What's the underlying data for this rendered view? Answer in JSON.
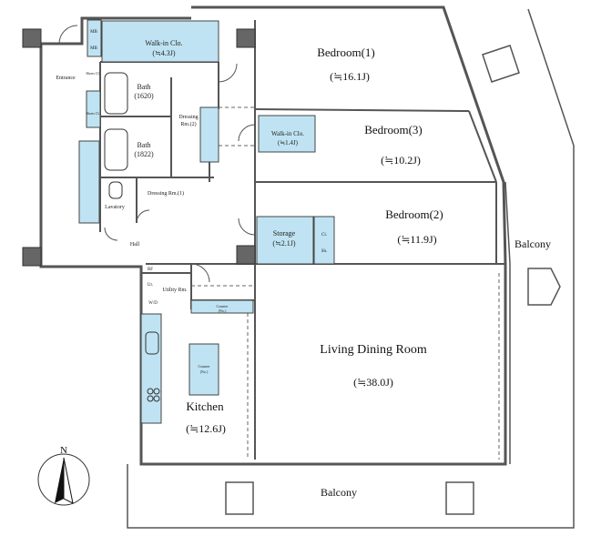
{
  "rooms": {
    "bedroom1": {
      "name": "Bedroom(1)",
      "area": "(≒16.1J)"
    },
    "bedroom3": {
      "name": "Bedroom(3)",
      "area": "(≒10.2J)"
    },
    "bedroom2": {
      "name": "Bedroom(2)",
      "area": "(≒11.9J)"
    },
    "ldr": {
      "name": "Living Dining Room",
      "area": "(≒38.0J)"
    },
    "kitchen": {
      "name": "Kitchen",
      "area": "(≒12.6J)"
    },
    "walkin1": {
      "name": "Walk-in Clo.",
      "area": "(≒4.3J)"
    },
    "walkin2": {
      "name": "Walk-in Clo.",
      "area": "(≒1.4J)"
    },
    "storage": {
      "name": "Storage",
      "area": "(≒2.1J)"
    },
    "bath1": {
      "name": "Bath",
      "area": "(1620)"
    },
    "bath2": {
      "name": "Bath",
      "area": "(1822)"
    },
    "dressing2": {
      "name": "Dressing",
      "area": "Rm.(2)"
    },
    "dressing1": {
      "name": "Dressing Rm.(1)"
    },
    "lavatory": {
      "name": "Lavatory"
    },
    "hall": {
      "name": "Hall"
    },
    "entrance": {
      "name": "Entrance"
    },
    "utility": {
      "name": "Utility Rm."
    },
    "counter1": {
      "name": "Counter",
      "area": "(No.)"
    },
    "counter2": {
      "name": "Counter",
      "area": "(No.)"
    }
  },
  "small_labels": {
    "mb1": "MB",
    "mb2": "MB",
    "shoe1": "Shoes Cl.",
    "shoe2": "Shoes Cl.",
    "cl": "Cl.",
    "sh": "Sh.",
    "rf": "RF",
    "wd": "W/D",
    "ut": "Ut."
  },
  "balcony_east": "Balcony",
  "balcony_south": "Balcony",
  "compass": {
    "label": "N"
  },
  "colors": {
    "wall": "#555555",
    "column": "#666666",
    "closet": "#bfe3f2",
    "line": "#333333"
  }
}
